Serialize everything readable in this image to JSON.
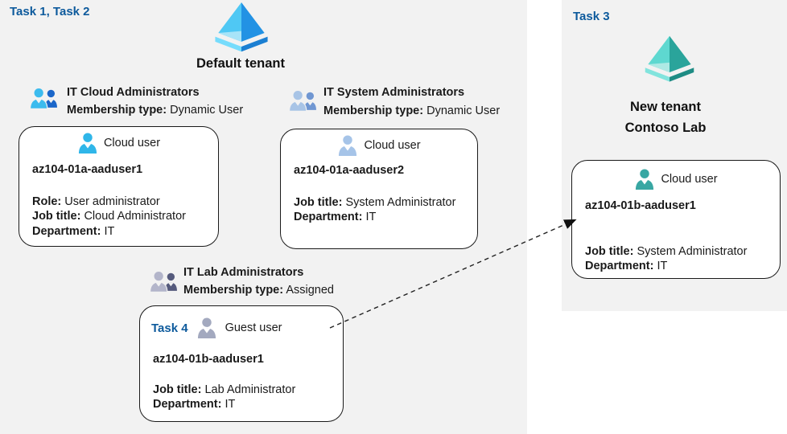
{
  "colors": {
    "task_label_blue": "#0d5a9c",
    "panel_background": "#f2f2f2",
    "card_background": "#ffffff",
    "text": "#1a1a1a",
    "tenant_icon_blue": "#2292e4",
    "tenant_icon_teal": "#2aa49b"
  },
  "default_tenant": {
    "task_label": "Task 1, Task 2",
    "tenant_name": "Default tenant",
    "groups": {
      "cloud": {
        "name": "IT Cloud Administrators",
        "membership_label": "Membership type:",
        "membership_value": "Dynamic User"
      },
      "system": {
        "name": "IT System Administrators",
        "membership_label": "Membership type:",
        "membership_value": "Dynamic User"
      },
      "lab": {
        "name": "IT Lab Administrators",
        "membership_label": "Membership type:",
        "membership_value": "Assigned"
      }
    },
    "cards": {
      "user1": {
        "type_label": "Cloud user",
        "name": "az104-01a-aaduser1",
        "fields": [
          {
            "label": "Role:",
            "value": "User administrator"
          },
          {
            "label": "Job title:",
            "value": "Cloud Administrator"
          },
          {
            "label": "Department:",
            "value": "IT"
          }
        ]
      },
      "user2": {
        "type_label": "Cloud user",
        "name": "az104-01a-aaduser2",
        "fields": [
          {
            "label": "Job title:",
            "value": "System Administrator"
          },
          {
            "label": "Department:",
            "value": "IT"
          }
        ]
      },
      "guest": {
        "task_label": "Task 4",
        "type_label": "Guest user",
        "name": "az104-01b-aaduser1",
        "fields": [
          {
            "label": "Job title:",
            "value": "Lab Administrator"
          },
          {
            "label": "Department:",
            "value": "IT"
          }
        ]
      }
    }
  },
  "new_tenant": {
    "task_label": "Task 3",
    "tenant_name_line1": "New tenant",
    "tenant_name_line2": "Contoso Lab",
    "card": {
      "type_label": "Cloud user",
      "name": "az104-01b-aaduser1",
      "fields": [
        {
          "label": "Job title:",
          "value": "System Administrator"
        },
        {
          "label": "Department:",
          "value": "IT"
        }
      ]
    }
  }
}
